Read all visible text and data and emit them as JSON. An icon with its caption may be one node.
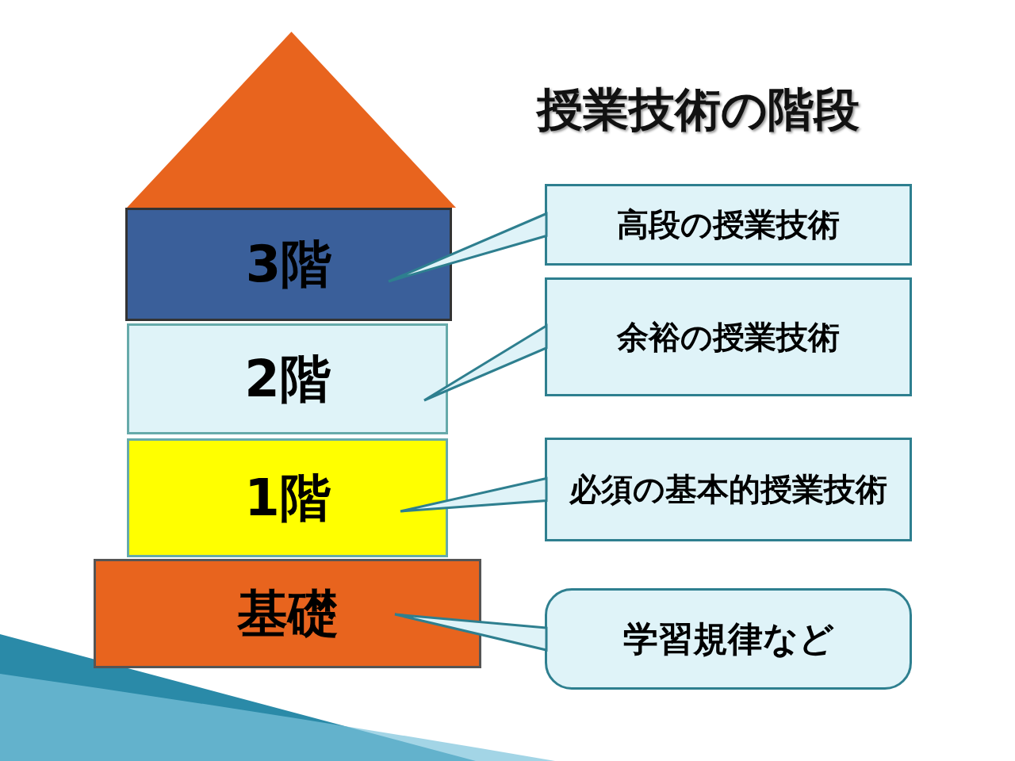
{
  "diagram": {
    "title": "授業技術の階段",
    "nodes": [
      {
        "text": [],
        "shape": "triangle"
      },
      {
        "text": [
          "3階"
        ]
      },
      {
        "text": [
          "高段の授業技術"
        ]
      },
      {
        "text": [
          "2階"
        ]
      },
      {
        "text": [
          "余裕の授業技術"
        ]
      },
      {
        "text": [
          "1階"
        ]
      },
      {
        "text": [
          "必須の基本的授業技術"
        ]
      },
      {
        "text": [
          "基礎"
        ]
      },
      {
        "text": [
          "学習規律など"
        ]
      }
    ],
    "edges": [
      {
        "from": 2,
        "to": 1,
        "arrow": "none"
      },
      {
        "from": 4,
        "to": 3,
        "arrow": "none"
      },
      {
        "from": 6,
        "to": 5,
        "arrow": "none"
      },
      {
        "from": 8,
        "to": 7,
        "arrow": "none"
      }
    ]
  }
}
